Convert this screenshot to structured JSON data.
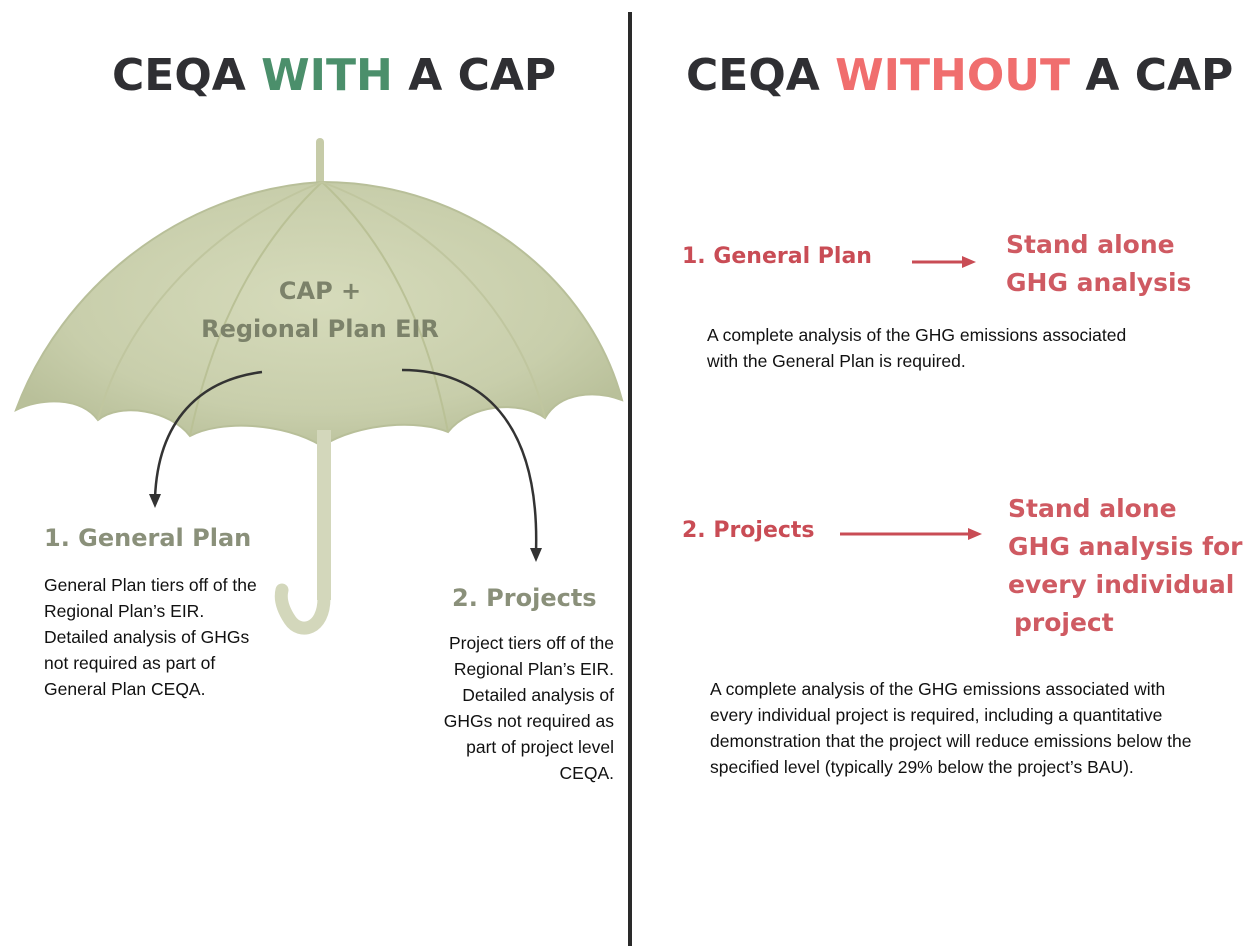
{
  "left": {
    "title_pre": "CEQA ",
    "title_accent": "WITH",
    "title_post": " A CAP",
    "umbrella_line1": "CAP +",
    "umbrella_line2": "Regional Plan EIR",
    "general_plan_heading": "1. General Plan",
    "general_plan_text": "General Plan tiers off of the Regional Plan’s EIR. Detailed analysis of GHGs not required as part of General Plan CEQA.",
    "projects_heading": "2. Projects",
    "projects_text": "Project tiers off of the Regional Plan’s EIR. Detailed analysis of GHGs not required as part of project level CEQA."
  },
  "right": {
    "title_pre": "CEQA ",
    "title_accent": "WITHOUT",
    "title_post": " A CAP",
    "item1_label": "1. General Plan",
    "item1_result_line1": "Stand alone",
    "item1_result_line2": "GHG analysis",
    "item1_text": "A complete analysis of the GHG emissions associated with the General Plan is required.",
    "item2_label": "2. Projects",
    "item2_result_line1": "Stand alone",
    "item2_result_line2": "GHG analysis for",
    "item2_result_line3": "every individual",
    "item2_result_line4": "project",
    "item2_text": "A complete analysis of the GHG emissions associated with every individual project is required, including a quantitative demonstration that the project will reduce emissions below the specified level (typically 29% below the project’s BAU)."
  },
  "colors": {
    "with_accent": "#4b8f6b",
    "without_accent": "#f06e6e",
    "umbrella": "#c9cfae",
    "red_text": "#c94c55"
  }
}
